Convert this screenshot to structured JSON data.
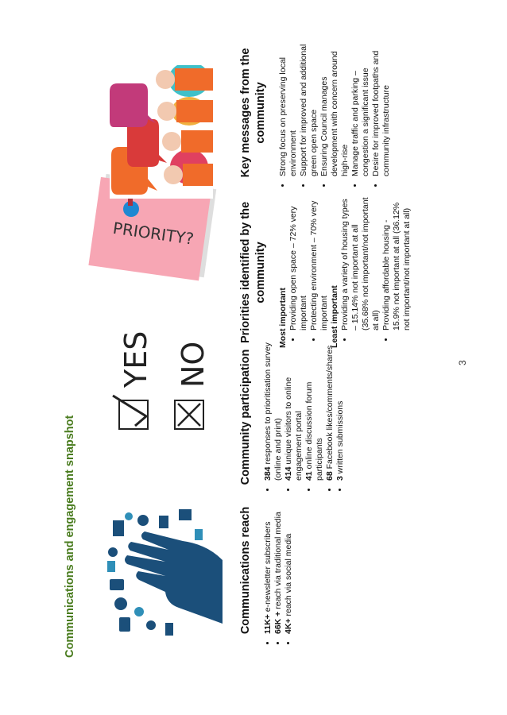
{
  "title": "Communications and engagement snapshot",
  "page_number": "3",
  "columns": {
    "reach": {
      "heading": "Communications reach",
      "items": [
        {
          "bold": "11K+",
          "text": " e-newsletter subscribers"
        },
        {
          "bold": "66K +",
          "text": " reach via traditional media"
        },
        {
          "bold": "4K+",
          "text": " reach via social media"
        }
      ]
    },
    "participation": {
      "heading": "Community participation",
      "items": [
        {
          "bold": "384",
          "text": " responses to prioritisation survey (online and print)"
        },
        {
          "bold": "414",
          "text": " unique visitors to online engagement portal"
        },
        {
          "bold": "41",
          "text": " online discussion forum participants"
        },
        {
          "bold": "68",
          "text": " Facebook likes/comments/shares"
        },
        {
          "bold": "3",
          "text": " written submissions"
        }
      ]
    },
    "priorities": {
      "heading": "Priorities identified by the community",
      "most_label": "Most important",
      "most_items": [
        "Providing open space – 72% very important",
        "Protecting environment – 70% very important"
      ],
      "least_label": "Least important",
      "least_items": [
        "Providing a variety of housing types – 15.14% not important at all (35.68% not important/not important at all)",
        "Providing affordable housing - 15.9% not important at all (36.12% not important/not important at all)"
      ]
    },
    "messages": {
      "heading": "Key messages from the community",
      "items": [
        "Strong focus on preserving local environment",
        "Support for improved and additional green open space",
        "Ensuring Council manages development with concern around high-rise",
        "Manage traffic and parking – congestion a significant issue",
        "Desire for improved footpaths and community infrastructure"
      ]
    }
  },
  "illustrations": {
    "vote_yes": "YES",
    "vote_no": "NO",
    "sticky_note": "PRIORITY?"
  },
  "colors": {
    "title_green": "#4a7c1f",
    "hand_blue": "#1b4f7a",
    "sticky_pink": "#f7a6b4"
  }
}
